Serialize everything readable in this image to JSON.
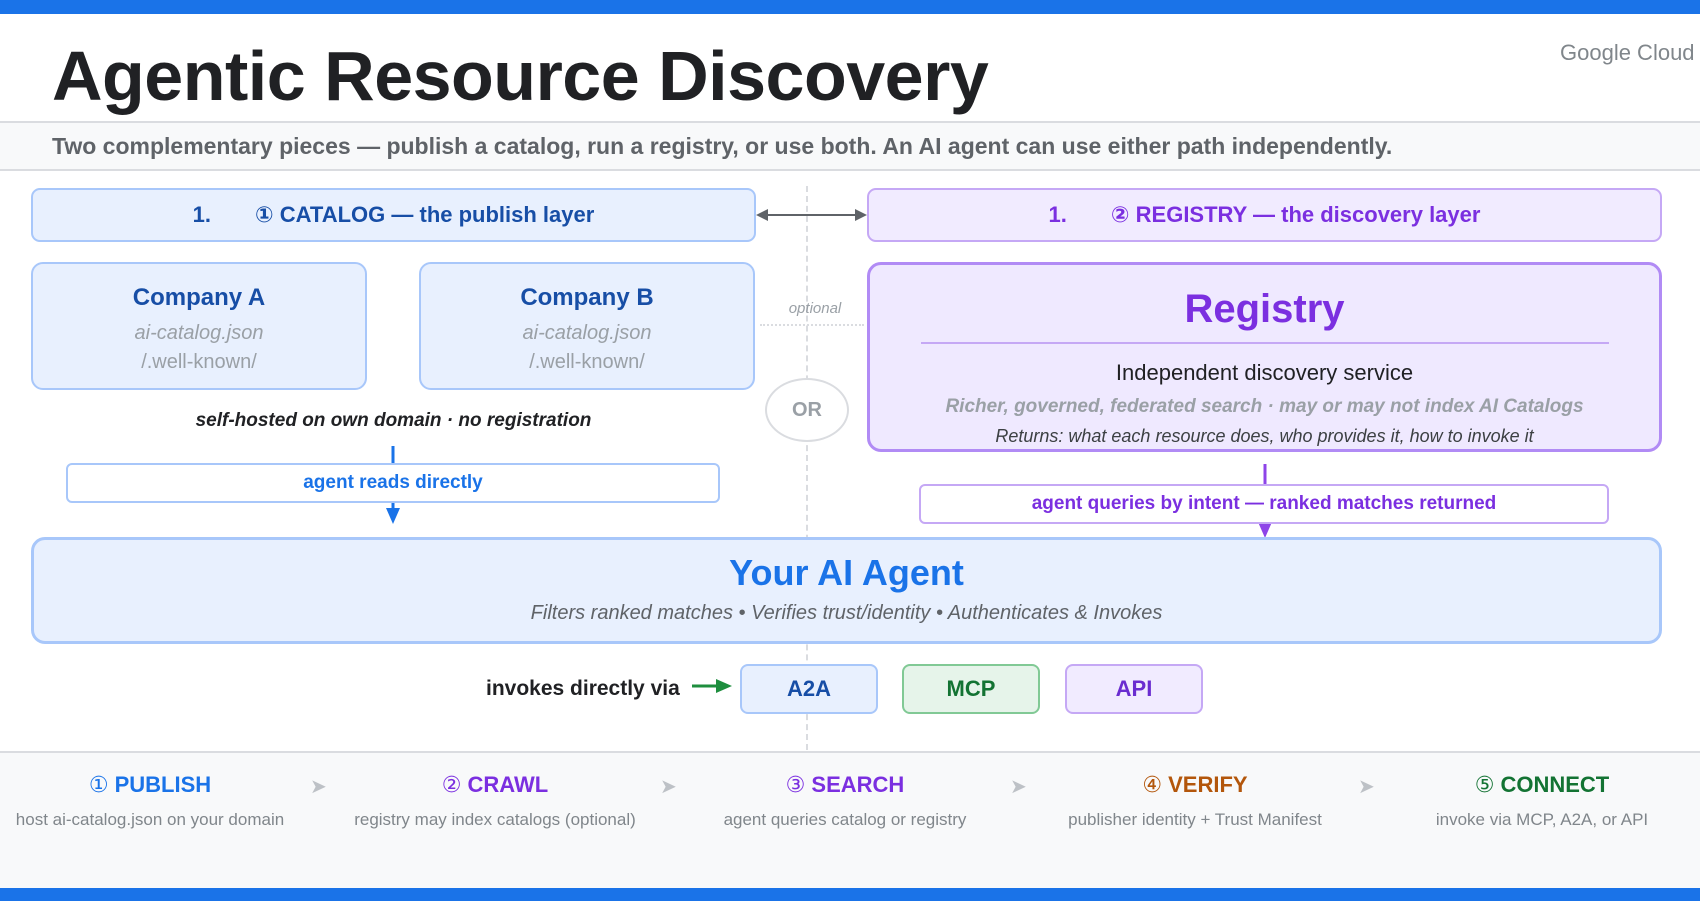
{
  "title": "Agentic Resource Discovery",
  "brand": "Google Cloud",
  "subtitle": "Two complementary pieces — publish a catalog, run a registry, or use both. An AI agent can use either path independently.",
  "catalog_header": {
    "num": "1.",
    "label": "① CATALOG  —  the publish layer"
  },
  "registry_header": {
    "num": "1.",
    "label": "② REGISTRY  —  the discovery layer"
  },
  "companies": [
    {
      "name": "Company A",
      "file": "ai-catalog.json",
      "path": "/.well-known/"
    },
    {
      "name": "Company B",
      "file": "ai-catalog.json",
      "path": "/.well-known/"
    }
  ],
  "optional_label": "optional",
  "or_label": "OR",
  "registry": {
    "title": "Registry",
    "subtitle": "Independent discovery service",
    "description": "Richer, governed, federated search  ·  may or may not index AI Catalogs",
    "returns": "Returns: what each resource does, who provides it, how to invoke it"
  },
  "self_hosted": "self-hosted on own domain  ·  no registration",
  "agent_reads": "agent reads directly",
  "agent_queries": "agent queries by intent — ranked matches returned",
  "agent": {
    "title": "Your AI Agent",
    "description": "Filters ranked matches • Verifies trust/identity • Authenticates & Invokes"
  },
  "invokes_label": "invokes directly via",
  "protocols": [
    "A2A",
    "MCP",
    "API"
  ],
  "steps": [
    {
      "num": "①",
      "name": "PUBLISH",
      "desc": "host ai-catalog.json on your domain"
    },
    {
      "num": "②",
      "name": "CRAWL",
      "desc": "registry may index catalogs (optional)"
    },
    {
      "num": "③",
      "name": "SEARCH",
      "desc": "agent queries catalog or registry"
    },
    {
      "num": "④",
      "name": "VERIFY",
      "desc": "publisher identity + Trust Manifest"
    },
    {
      "num": "⑤",
      "name": "CONNECT",
      "desc": "invoke via MCP, A2A, or API"
    }
  ],
  "step_arrow": "➤",
  "colors": {
    "accent_blue": "#1a73e8",
    "registry_purple": "#7b2fe0",
    "verify_orange": "#b3560b",
    "connect_green": "#137333"
  }
}
